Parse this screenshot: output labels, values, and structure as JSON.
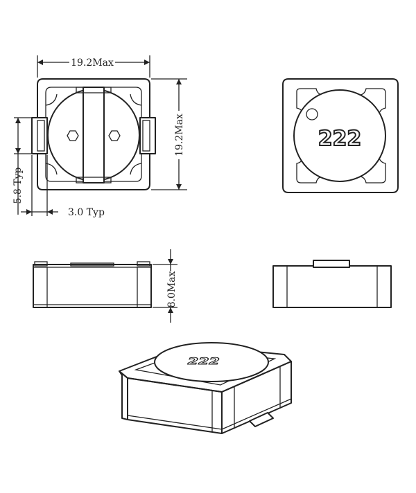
{
  "dimensions": {
    "width_label": "19.2Max",
    "height_label": "19.2Max",
    "pad_height_label": "5.8 Typ",
    "pad_width_label": "3.0 Typ",
    "thickness_label": "8.0Max"
  },
  "marking": {
    "code": "222"
  }
}
